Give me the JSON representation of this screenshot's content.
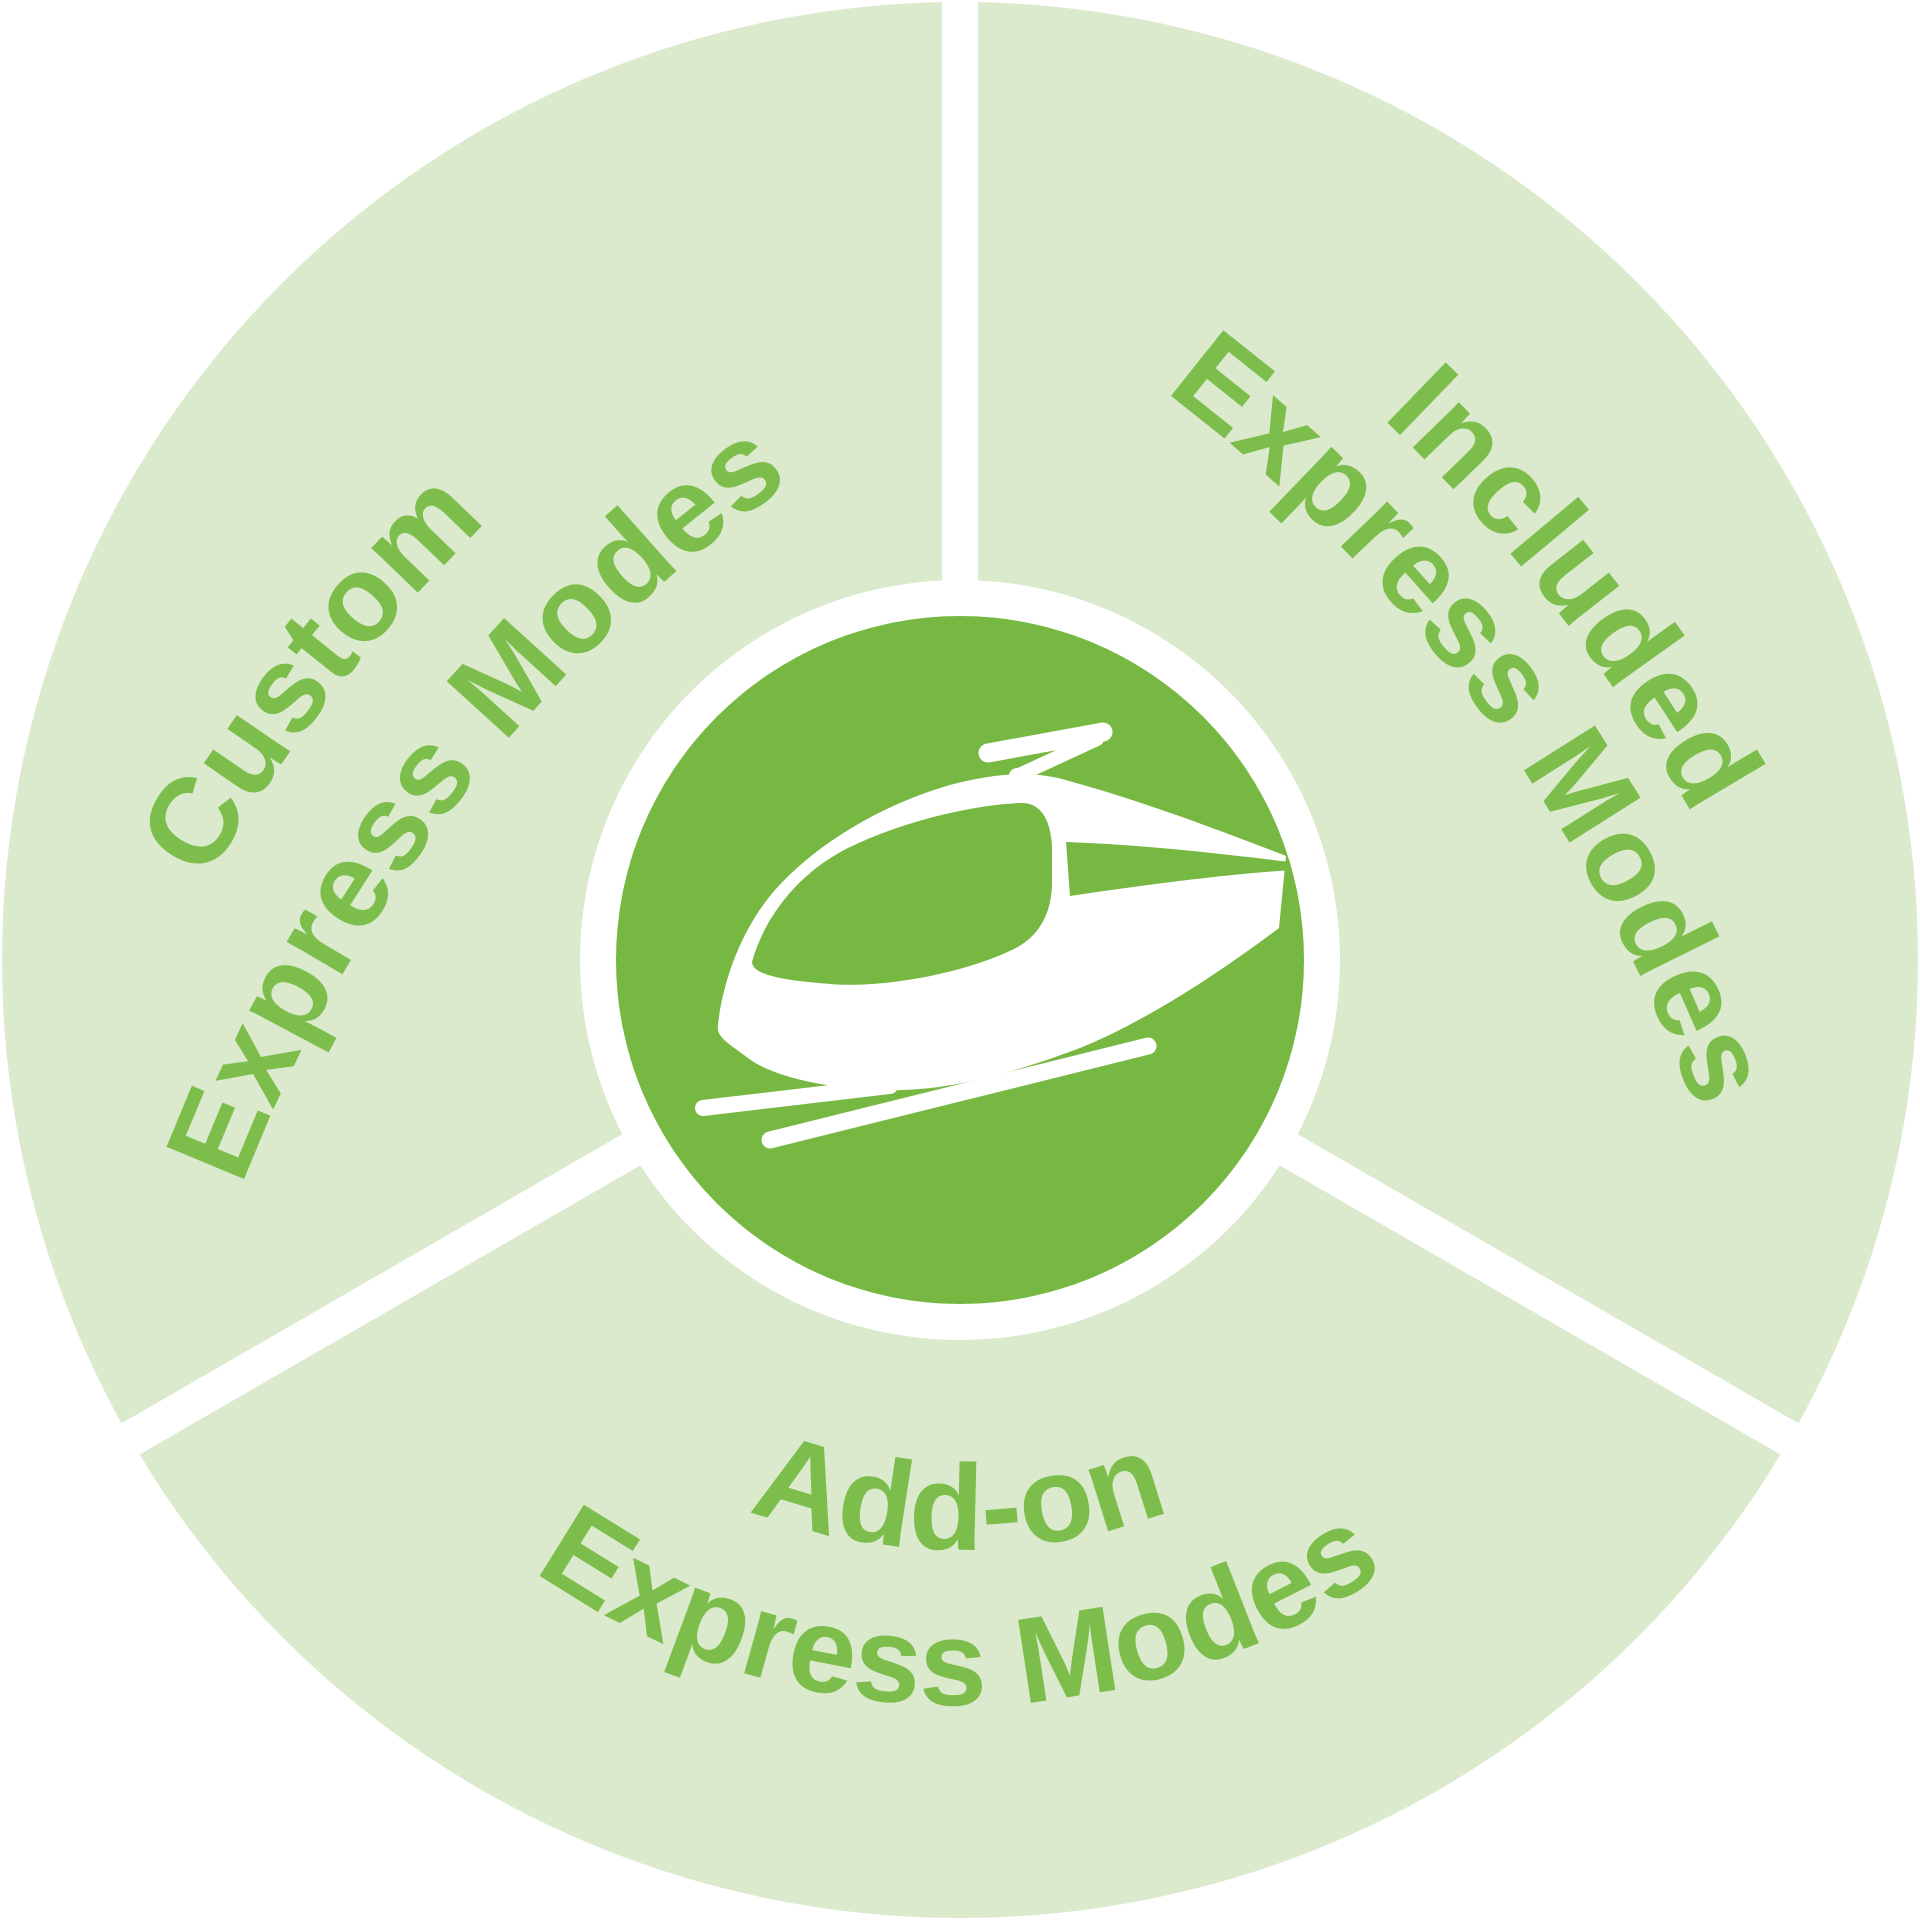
{
  "diagram": {
    "type": "segmented-wheel",
    "background_color": "#FFFFFF",
    "wheel": {
      "sector_fill": "#DBEACD",
      "divider_color": "#FFFFFF",
      "sector_count": 3
    },
    "hub": {
      "fill": "#76B841",
      "ring_color": "#FFFFFF",
      "icon": "train-icon"
    },
    "label_color": "#7CBD4B",
    "segments": [
      {
        "id": "custom-express-modes",
        "line1": "Custom",
        "line2": "Express Modes",
        "position": "upper-left"
      },
      {
        "id": "included-express-modes",
        "line1": "Included",
        "line2": "Express Modes",
        "position": "upper-right"
      },
      {
        "id": "add-on-express-modes",
        "line1": "Add-on",
        "line2": "Express Modes",
        "position": "bottom"
      }
    ]
  }
}
